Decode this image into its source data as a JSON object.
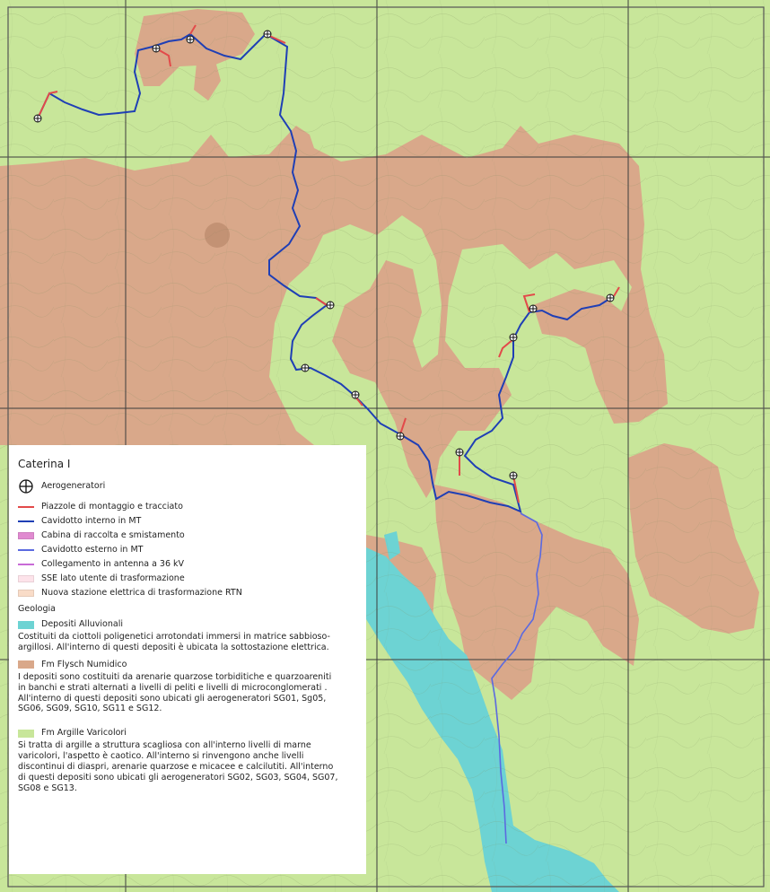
{
  "colors": {
    "argille": "#c8e69a",
    "flysch": "#d9a88a",
    "alluvium": "#6dd3d3",
    "cavidotto_interno": "#1f3fb5",
    "cavidotto_esterno": "#5b6ae0",
    "piazzole": "#e24a4a",
    "cabina": "#e08ad0",
    "collegamento": "#c86ad6",
    "sse": "#fde3ea",
    "stazione_rtn": "#f9dcc8"
  },
  "legend": {
    "title": "Caterina I",
    "turbine": "Aerogeneratori",
    "items": [
      {
        "label": "Piazzole di montaggio e tracciato",
        "kind": "line",
        "color": "#e24a4a"
      },
      {
        "label": "Cavidotto interno in MT",
        "kind": "line",
        "color": "#1f3fb5"
      },
      {
        "label": "Cabina di raccolta e smistamento",
        "kind": "fill",
        "color": "#e08ad0"
      },
      {
        "label": "Cavidotto esterno in MT",
        "kind": "line",
        "color": "#5b6ae0"
      },
      {
        "label": "Collegamento in antenna a 36  kV",
        "kind": "line",
        "color": "#c86ad6"
      },
      {
        "label": "SSE lato utente di trasformazione",
        "kind": "fill",
        "color": "#fde3ea"
      },
      {
        "label": "Nuova stazione elettrica di trasformazione RTN",
        "kind": "fill",
        "color": "#f9dcc8"
      }
    ],
    "geologia_label": "Geologia",
    "geology": [
      {
        "name": "Depositi Alluvionali",
        "color": "#6dd3d3",
        "description": "Costituiti da ciottoli poligenetici arrotondati immersi in matrice sabbioso-argillosi. All'interno di questi depositi è ubicata la sottostazione elettrica."
      },
      {
        "name": "Fm Flysch Numidico",
        "color": "#d9a88a",
        "description": "I depositi sono costituiti da arenarie quarzose torbiditiche e quarzoareniti in banchi e strati alternati a livelli di peliti e livelli di microconglomerati . All'interno di questi depositi sono ubicati gli aerogeneratori SG01, Sg05, SG06, SG09, SG10, SG11 e SG12."
      },
      {
        "name": "Fm Argille Varicolori",
        "color": "#c8e69a",
        "description": "Si tratta di argille a struttura scagliosa con all'interno livelli di marne varicolori, l'aspetto è caotico. All'interno si rinvengono anche livelli discontinui di diaspri, arenarie quarzose e micacee e calcilutiti.  All'interno di questi depositi sono ubicati gli aerogeneratori SG02, SG03, SG04, SG07, SG08 e SG13."
      }
    ]
  }
}
